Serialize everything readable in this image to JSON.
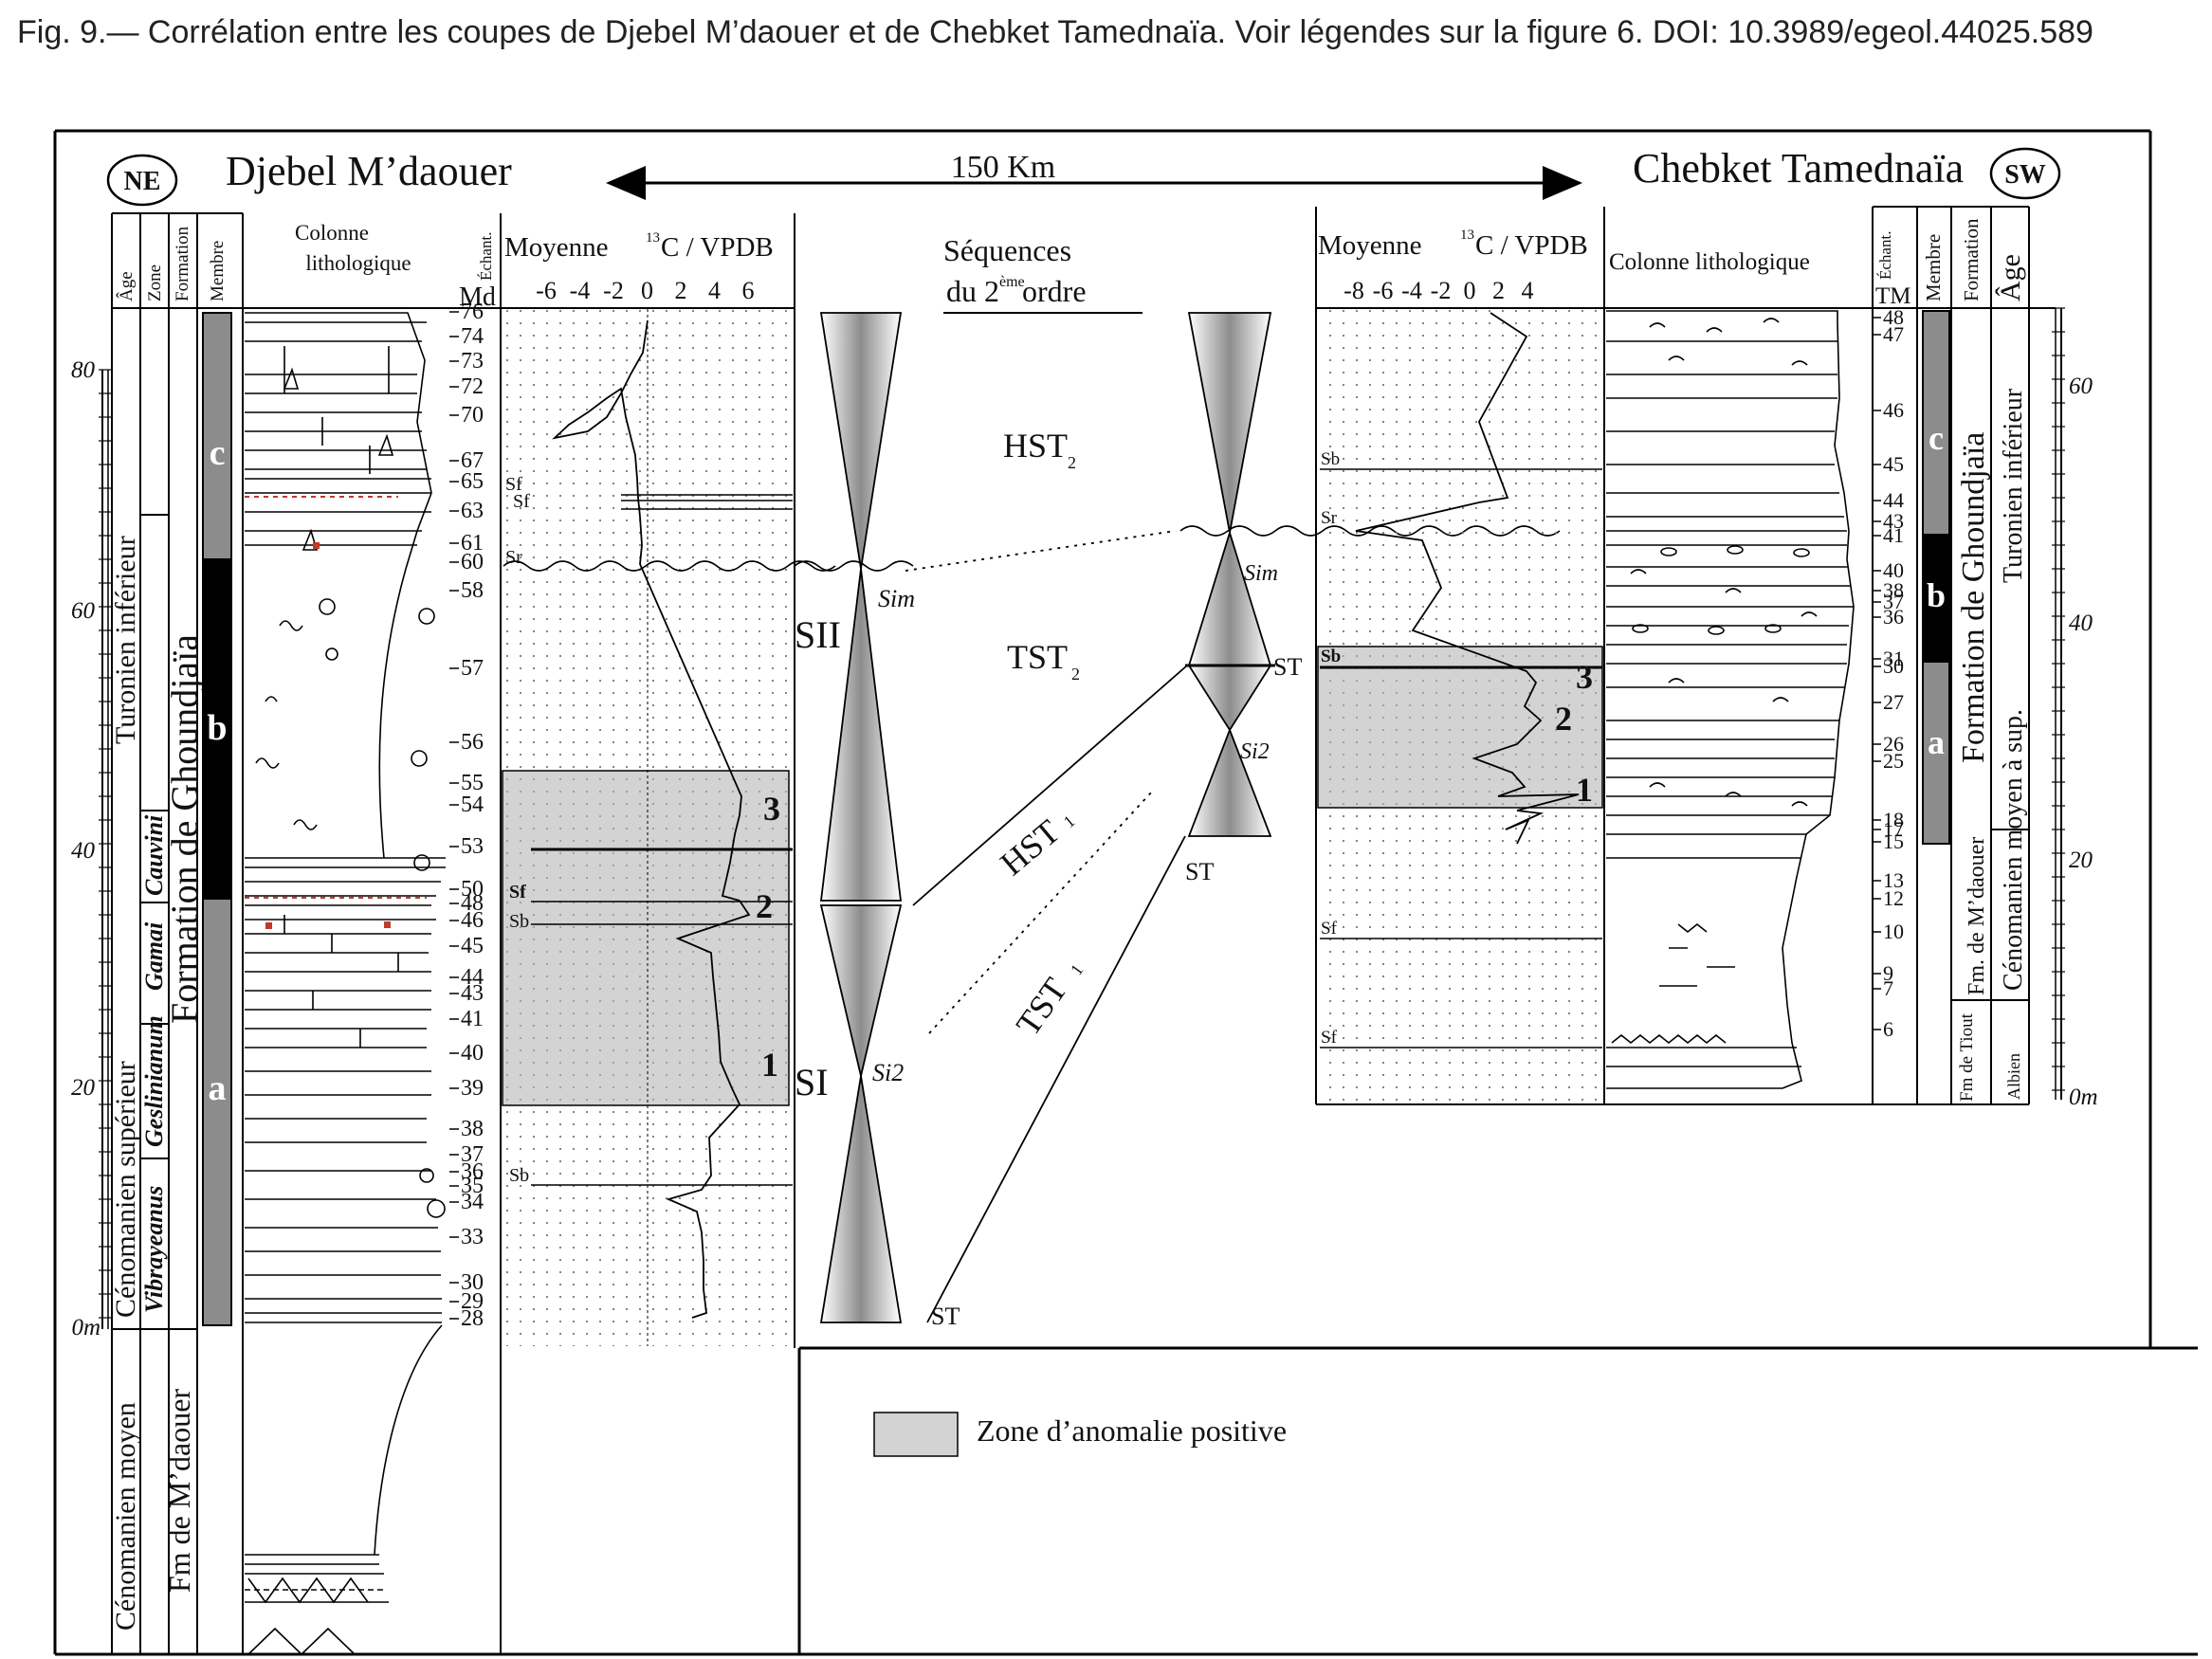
{
  "caption": "Fig. 9.— Corrélation entre les coupes de Djebel M’daouer et de Chebket Tamednaïa. Voir légendes sur la figure 6. DOI: 10.3989/egeol.44025.589",
  "header": {
    "left_badge": "NE",
    "left_title": "Djebel M’daouer",
    "distance": "150 Km",
    "right_title": "Chebket Tamednaïa",
    "right_badge": "SW"
  },
  "left_section": {
    "col_age": "Âge",
    "col_zone": "Zone",
    "col_formation": "Formation",
    "col_membre": "Membre",
    "col_litho_1": "Colonne",
    "col_litho_2": "lithologique",
    "col_echant": "Échant.",
    "col_echant_code": "Md",
    "ages": [
      "Turonien inférieur",
      "Cénomanien supérieur",
      "Cénomanien moyen"
    ],
    "zones": [
      "Cauvini",
      "Gamai",
      "Geslinianum",
      "Vibrayeanus"
    ],
    "formations": [
      "Formation de Ghoundjaïa",
      "Fm de M’daouer"
    ],
    "members": [
      "c",
      "b",
      "a"
    ],
    "scale_labels": [
      "80",
      "60",
      "40",
      "20",
      "0m"
    ],
    "samples": [
      "76",
      "74",
      "73",
      "72",
      "70",
      "67",
      "65",
      "63",
      "61",
      "60",
      "58",
      "57",
      "56",
      "55",
      "54",
      "53",
      "50",
      "48",
      "46",
      "45",
      "44",
      "43",
      "41",
      "40",
      "39",
      "38",
      "37",
      "36",
      "35",
      "34",
      "33",
      "30",
      "29",
      "28"
    ]
  },
  "left_chart": {
    "title": "Moyenne",
    "title_sup": "13",
    "title_rest": "C / VPDB",
    "ticks": [
      "-6",
      "-4",
      "-2",
      "0",
      "2",
      "4",
      "6"
    ],
    "surfaces": [
      "Sf",
      "Sf",
      "Sr",
      "Sf",
      "Sb",
      "Sb"
    ],
    "peaks": [
      "3",
      "2",
      "1"
    ]
  },
  "middle": {
    "title_1": "Séquences",
    "title_2_a": "du 2",
    "title_2_sup": "ème",
    "title_2_b": " ordre",
    "hst2": "HST",
    "tst2": "TST",
    "hst1": "HST",
    "tst1": "TST",
    "sub2": "2",
    "sub1": "1",
    "sii": "SII",
    "si": "SI",
    "sim": "Sim",
    "si2": "Si2",
    "st": "ST"
  },
  "right_chart": {
    "title": "Moyenne",
    "title_sup": "13",
    "title_rest": "C / VPDB",
    "ticks": [
      "-8",
      "-6",
      "-4",
      "-2",
      "0",
      "2",
      "4"
    ],
    "surfaces": [
      "Sb",
      "Sr",
      "Sb",
      "Sf",
      "Sf"
    ],
    "peaks": [
      "3",
      "2",
      "1"
    ]
  },
  "right_section": {
    "col_litho": "Colonne lithologique",
    "col_echant": "Échant.",
    "col_echant_code": "TM",
    "col_membre": "Membre",
    "col_formation": "Formation",
    "col_age": "Âge",
    "samples": [
      "48",
      "47",
      "46",
      "45",
      "44",
      "43",
      "41",
      "40",
      "38",
      "37",
      "36",
      "31",
      "30",
      "27",
      "26",
      "25",
      "18",
      "17",
      "15",
      "13",
      "12",
      "10",
      "9",
      "7",
      "6"
    ],
    "members": [
      "c",
      "b",
      "a"
    ],
    "formations": [
      "Formation de Ghoundjaïa",
      "Fm. de M’daouer",
      "Fm de Tiout"
    ],
    "ages": [
      "Turonien inférieur",
      "Cénomanien moyen à sup.",
      "Albien"
    ],
    "scale_labels": [
      "60",
      "40",
      "20",
      "0m"
    ]
  },
  "legend": {
    "label": "Zone d’anomalie positive",
    "swatch_color": "#d3d3d3"
  }
}
